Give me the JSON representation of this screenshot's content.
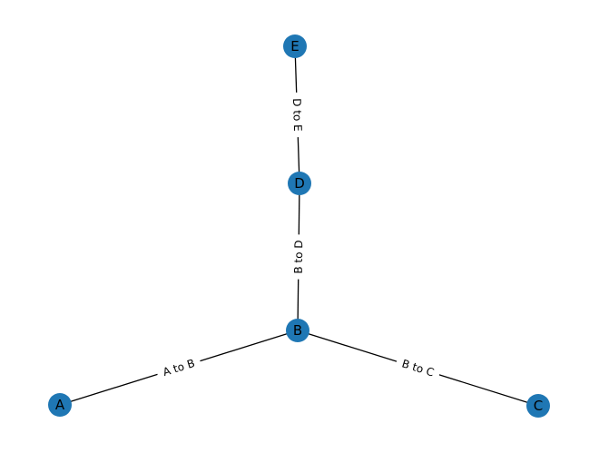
{
  "graph": {
    "node_color": "#1f77b4",
    "edge_color": "#000000",
    "nodes": [
      {
        "id": "A",
        "label": "A"
      },
      {
        "id": "B",
        "label": "B"
      },
      {
        "id": "C",
        "label": "C"
      },
      {
        "id": "D",
        "label": "D"
      },
      {
        "id": "E",
        "label": "E"
      }
    ],
    "edges": [
      {
        "source": "A",
        "target": "B",
        "label": "A to B"
      },
      {
        "source": "B",
        "target": "C",
        "label": "B to C"
      },
      {
        "source": "B",
        "target": "D",
        "label": "B to D"
      },
      {
        "source": "D",
        "target": "E",
        "label": "D to E"
      }
    ]
  }
}
